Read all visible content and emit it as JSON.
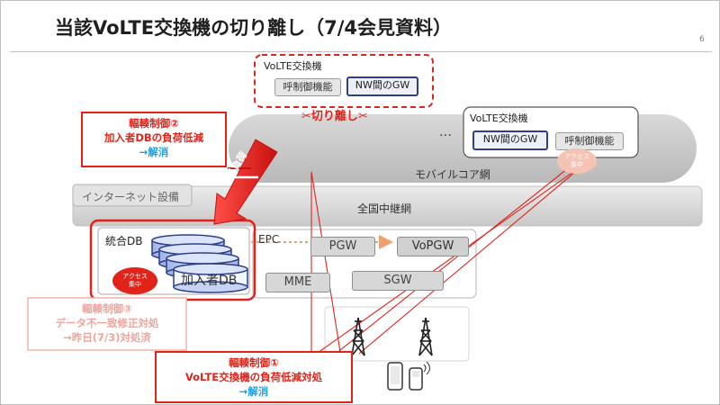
{
  "slide": {
    "title": "当該VoLTE交換機の切り離し（7/4会見資料）",
    "page_number": "6"
  },
  "volte_isolated": {
    "title": "VoLTE交換機",
    "call_control": "呼制御機能",
    "nw_gw": "NW間のGW",
    "separation_label": "✂切り離し✂"
  },
  "volte_active": {
    "title": "VoLTE交換機",
    "nw_gw": "NW間のGW",
    "call_control": "呼制御機能",
    "dots": "…",
    "access_badge": [
      "アクセス",
      "集中"
    ]
  },
  "networks": {
    "mobile_core": "モバイルコア網",
    "internet_equipment": "インターネット設備",
    "national_relay": "全国中継網"
  },
  "epc": {
    "title": "EPC",
    "pgw": "PGW",
    "vopgw": "VoPGW",
    "mme": "MME",
    "sgw": "SGW"
  },
  "integrated_db": {
    "title": "統合DB",
    "subscriber_db": "加入者DB",
    "access_badge": [
      "アクセス",
      "集中"
    ]
  },
  "traffic_arrow": {
    "text": "過負荷"
  },
  "callouts": {
    "control2": {
      "heading": "輻輳制御②",
      "line1": "加入者DBの負荷低減",
      "line2": "→解消"
    },
    "control3": {
      "heading": "輻輳制御③",
      "line1": "データ不一致修正対処",
      "line2": "→昨日(7/3)対処済"
    },
    "control1": {
      "heading": "輻輳制御①",
      "line1": "VoLTE交換機の負荷低減対処",
      "line2": "→解消"
    }
  },
  "colors": {
    "alert_red": "#e2231a",
    "resolved_blue": "#1aa3e8",
    "gw_border": "#2e3f86"
  },
  "icons": [
    "cell-tower-icon",
    "smartphone-icon",
    "feature-phone-icon",
    "scissors-icon"
  ]
}
